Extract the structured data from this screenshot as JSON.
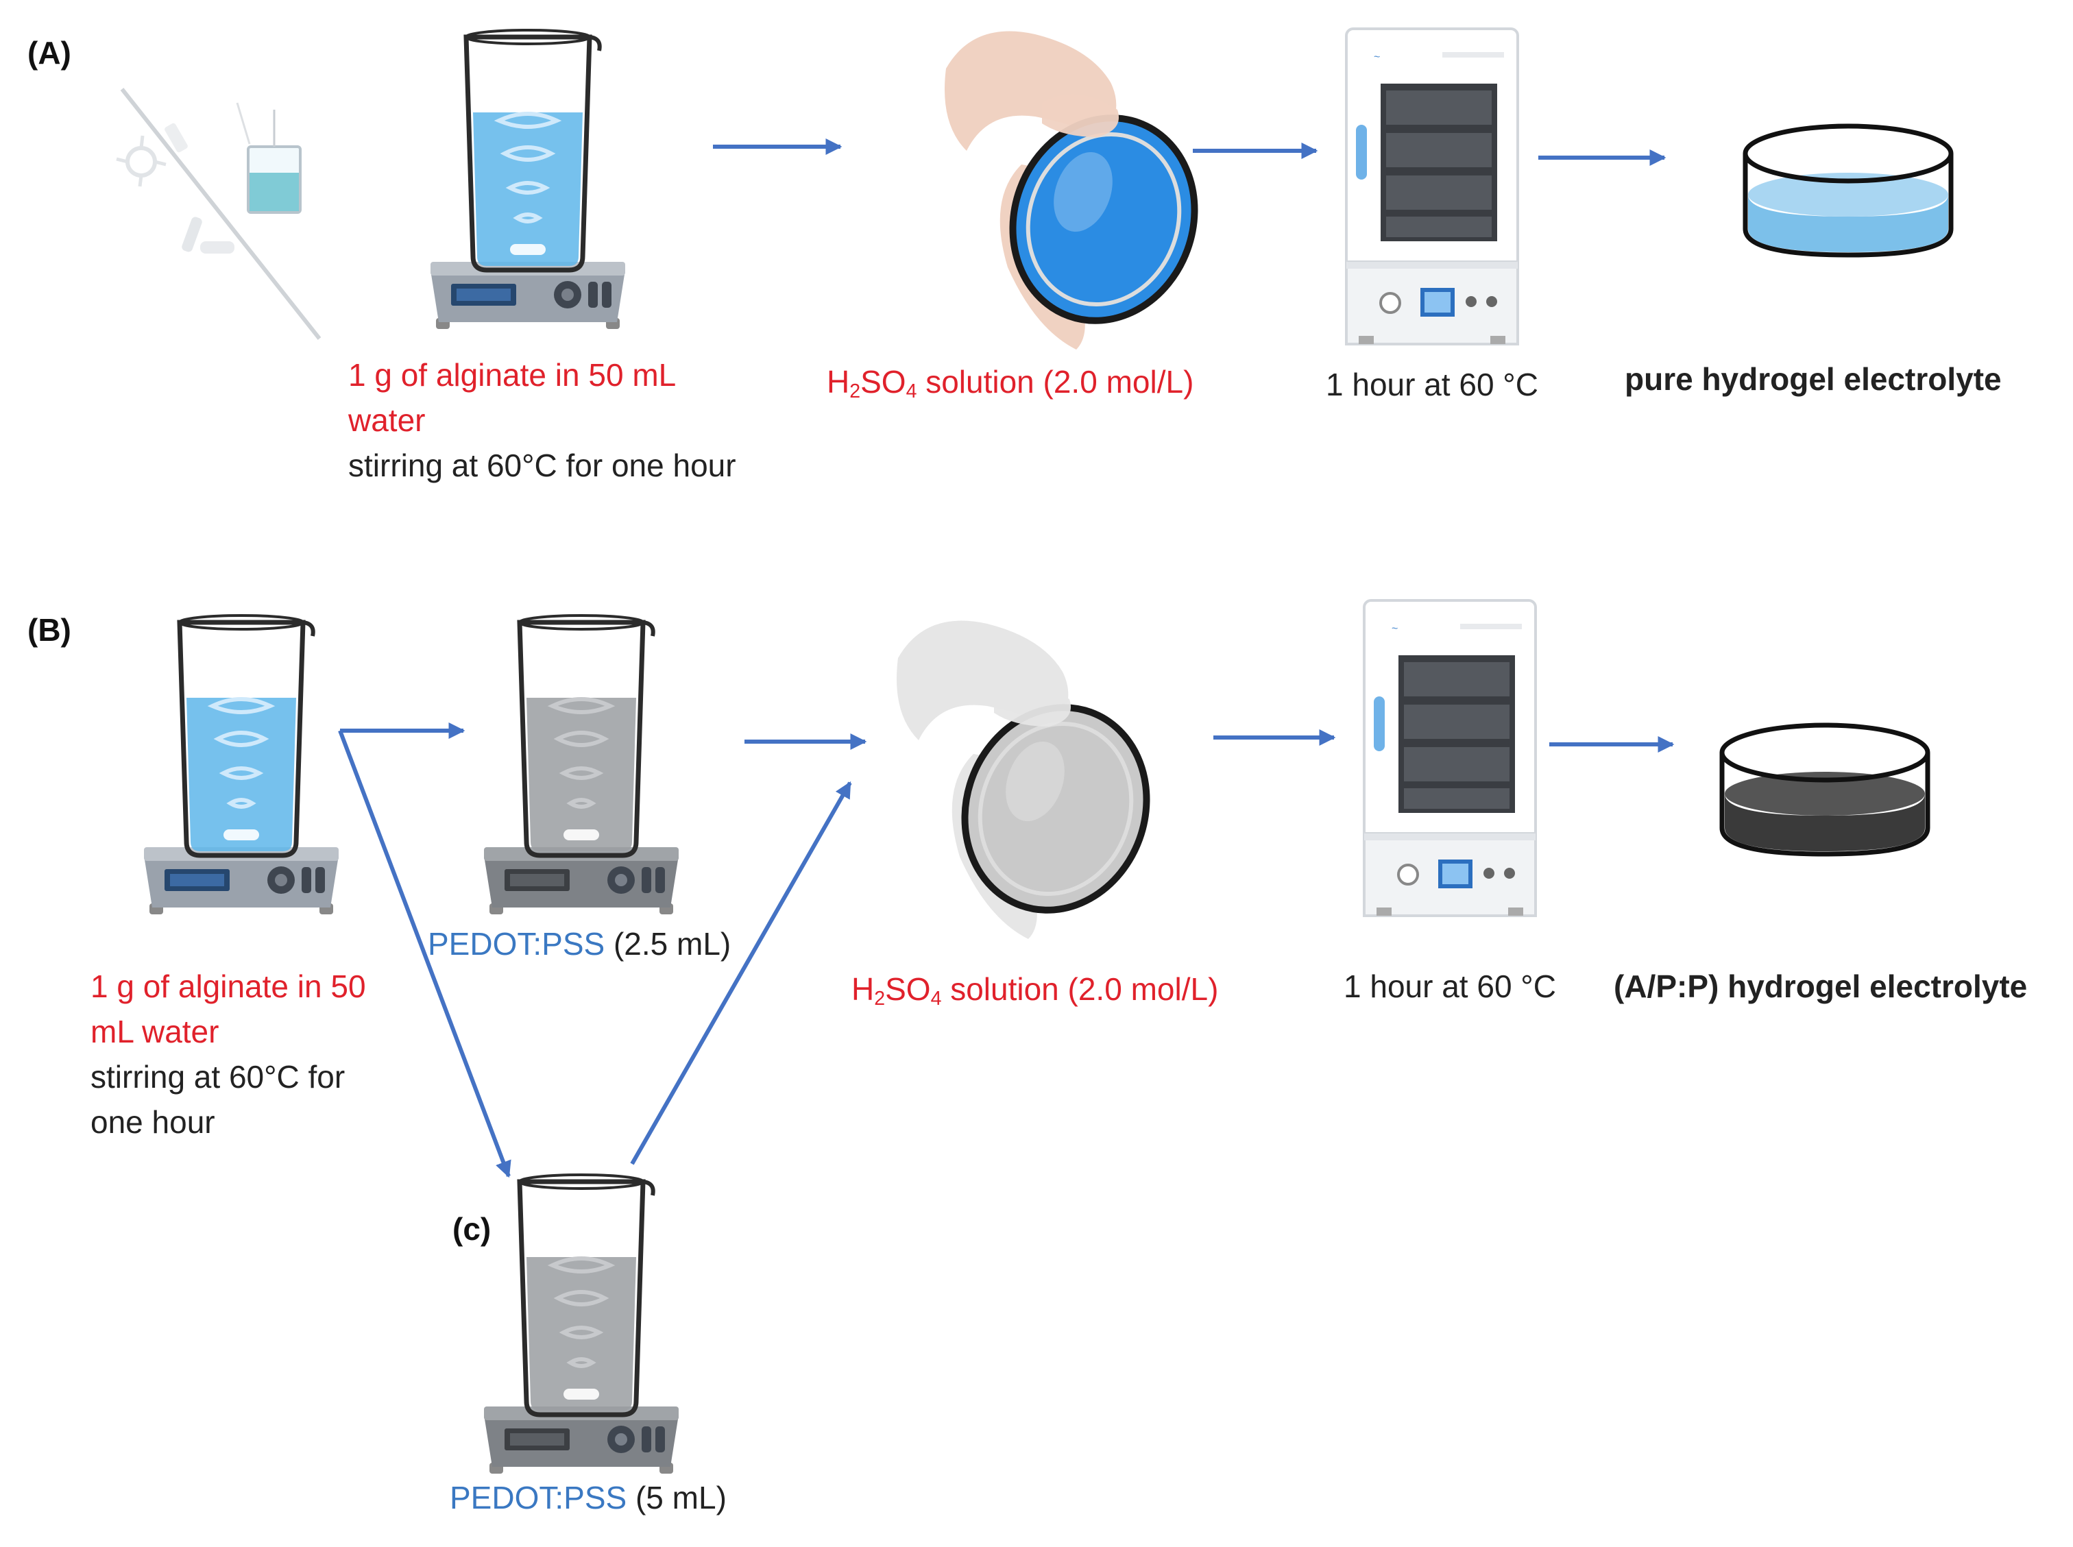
{
  "colors": {
    "arrow": "#4472c4",
    "label_red": "#e0212b",
    "label_blue": "#3a78c2",
    "water": "#5eb6ea",
    "gel_dark": "#3a3a3a",
    "device_body": "#9aa2ac"
  },
  "panels": {
    "a": "(A)",
    "b": "(B)",
    "c": "(c)"
  },
  "row_a": {
    "alginate_line1": "1 g of  alginate in 50 mL",
    "alginate_line2": "water",
    "stirring": "stirring at 60°C for one hour",
    "acid_prefix": "H",
    "acid_sub1": "2",
    "acid_mid": "SO",
    "acid_sub2": "4",
    "acid_suffix": " solution (2.0 mol/L)",
    "oven": "1 hour at 60 °C",
    "product": "pure hydrogel electrolyte"
  },
  "row_b": {
    "alginate_line1": "1 g of  alginate in 50",
    "alginate_line2": "mL water",
    "stirring_line1": "stirring at 60°C for",
    "stirring_line2": "one hour",
    "pedot_name": "PEDOT:PSS",
    "pedot_small_amount": " (2.5 mL)",
    "pedot_large_amount": " (5 mL)",
    "acid_prefix": "H",
    "acid_sub1": "2",
    "acid_mid": "SO",
    "acid_sub2": "4",
    "acid_suffix": " solution (2.0 mol/L)",
    "oven": "1 hour at 60 °C",
    "product": "(A/P:P) hydrogel electrolyte"
  },
  "icons": [
    "lab-tools-icon",
    "beaker-on-stirrer-icon",
    "hand-holding-petri-dish-icon",
    "drying-oven-icon",
    "hydrogel-dish-icon"
  ]
}
